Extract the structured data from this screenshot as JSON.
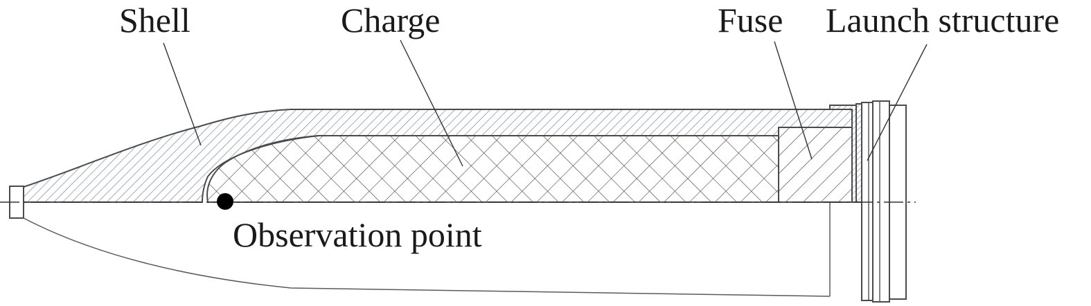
{
  "labels": {
    "shell": "Shell",
    "charge": "Charge",
    "fuse": "Fuse",
    "launch_structure": "Launch structure",
    "observation_point": "Observation point"
  },
  "colors": {
    "shell_hatch": "#6f7f96",
    "charge_hatch": "#444444",
    "fuse_hatch": "#444444",
    "outline": "#4a4a4a",
    "marker": "#000000"
  }
}
